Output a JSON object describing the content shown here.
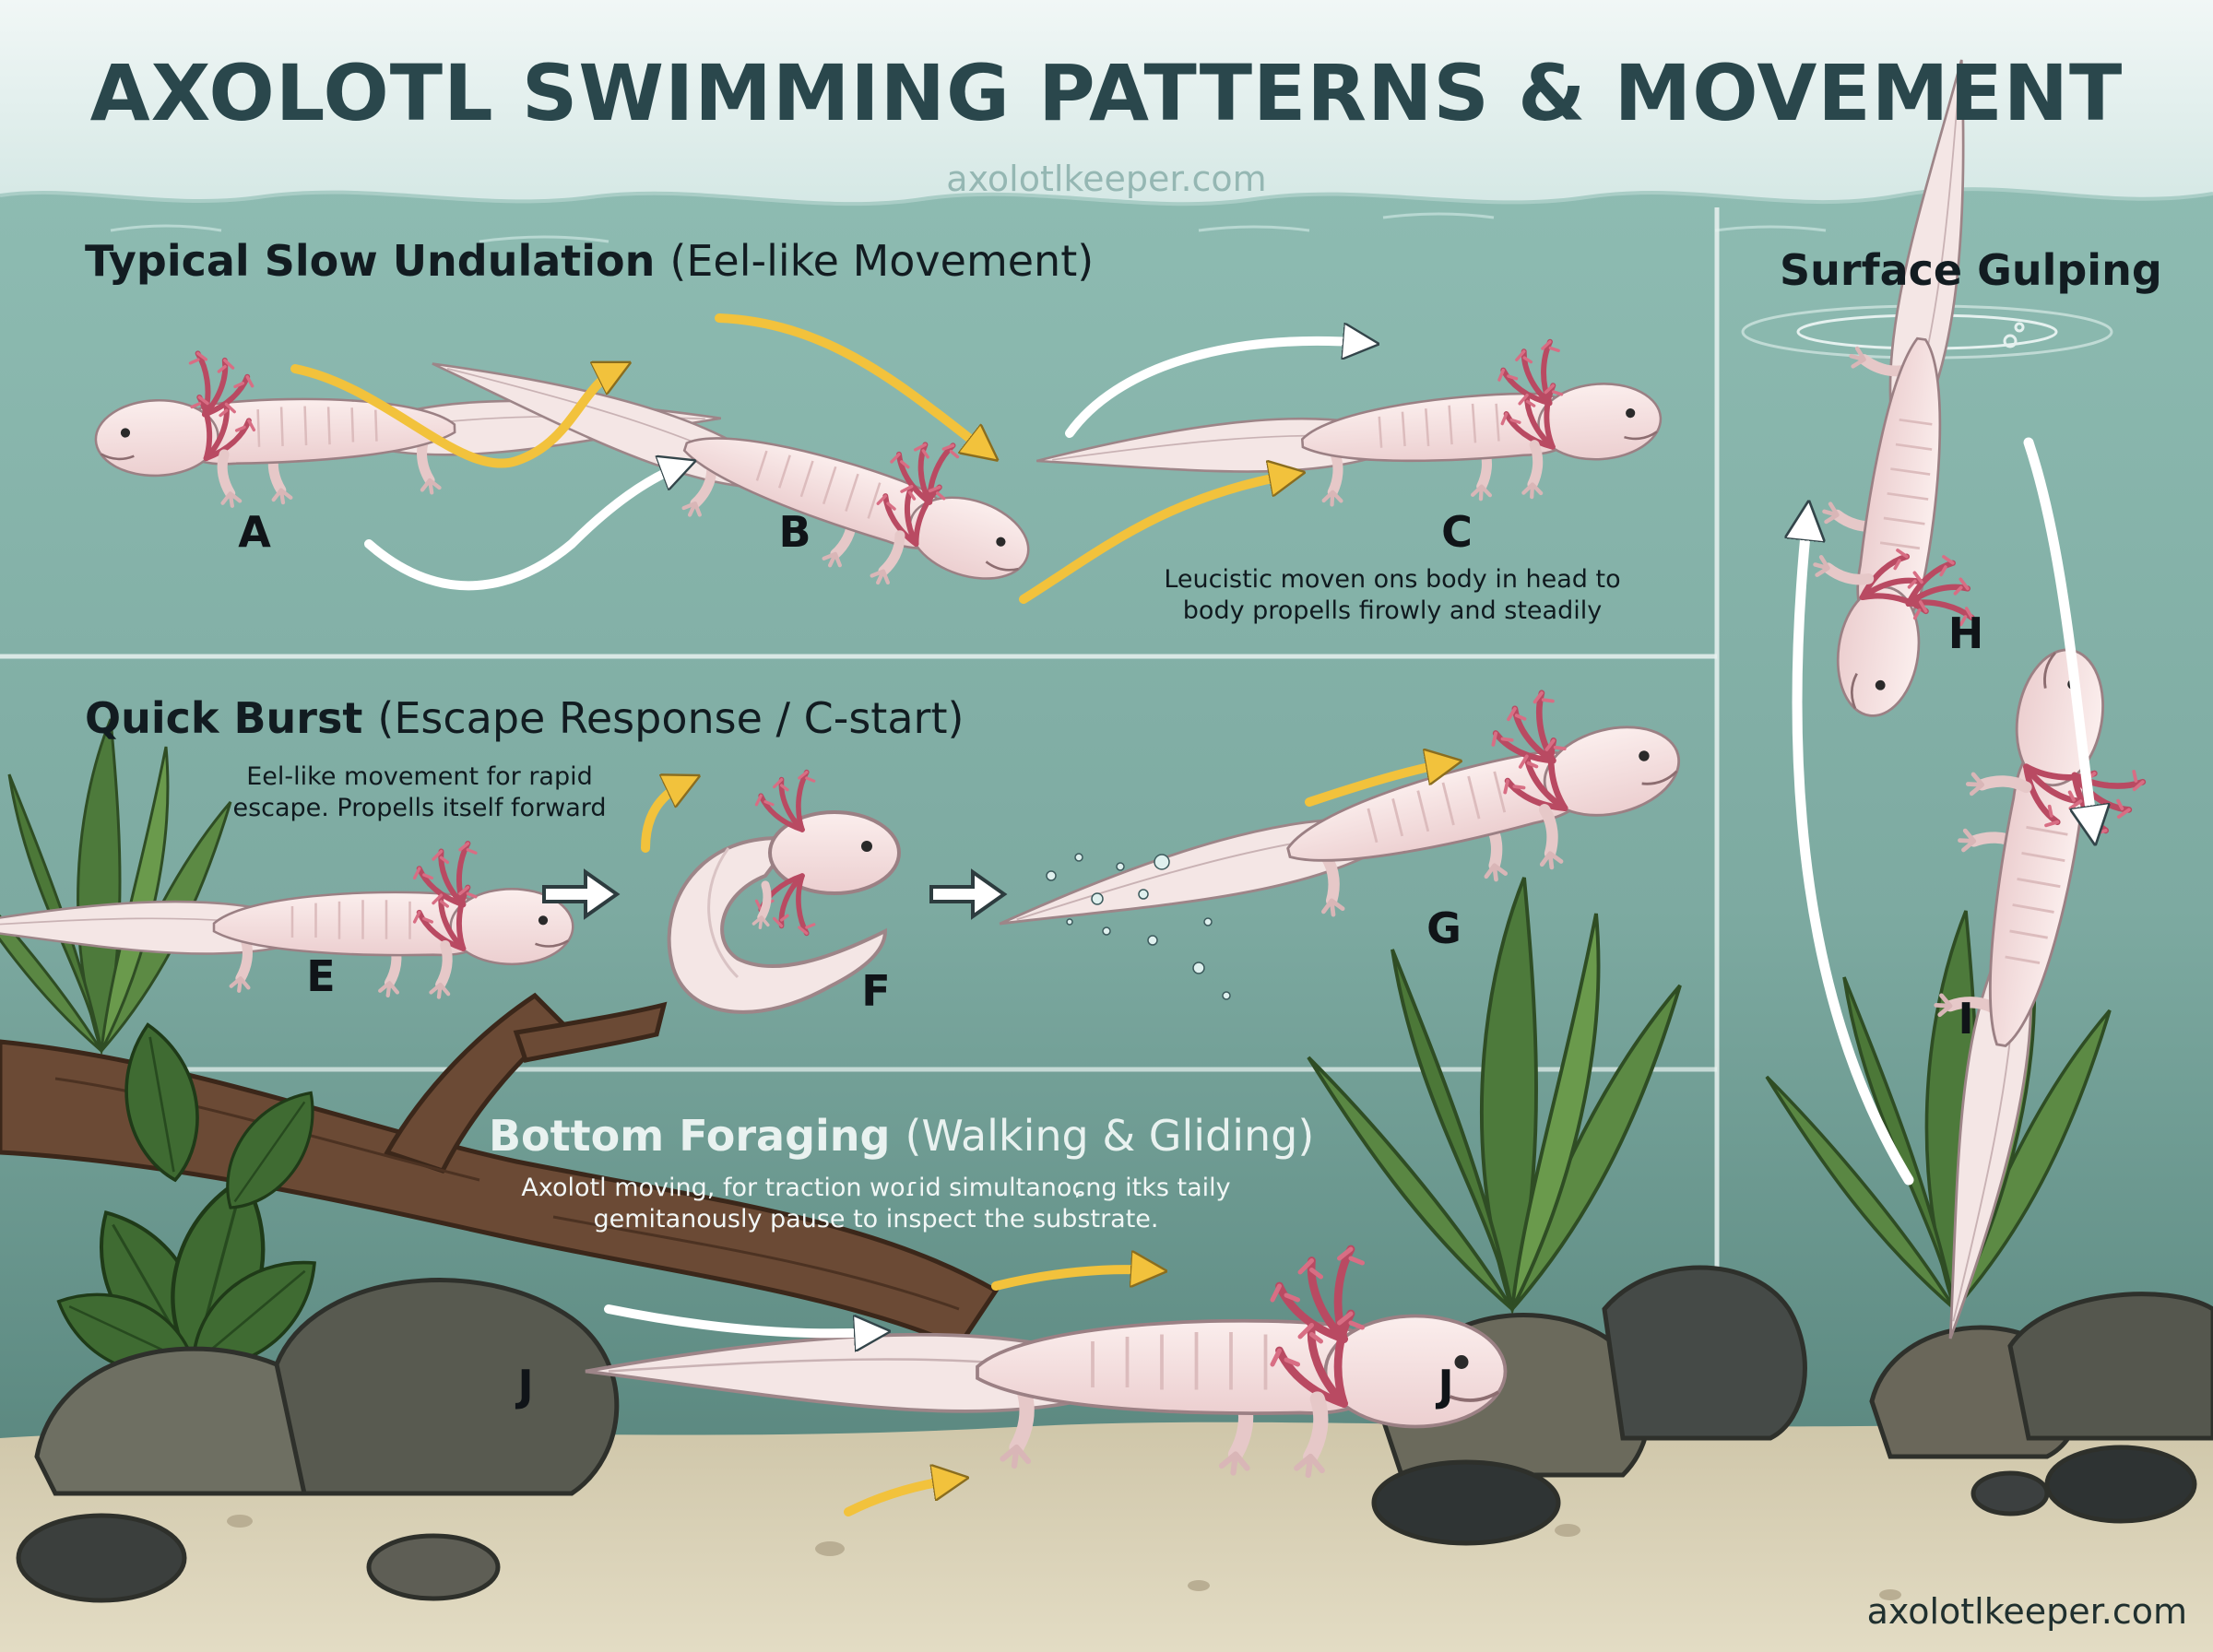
{
  "header": {
    "title": "AXOLOTL SWIMMING PATTERNS & MOVEMENT",
    "watermark_top": "axolotlkeeper.com",
    "watermark_bottom": "axolotlkeeper.com"
  },
  "sections": {
    "slow": {
      "title": "Typical Slow Undulation",
      "subtitle": "(Eel-like Movement)",
      "note": "Leucistic moven ons body in head to body propells firowly and steadily",
      "labels": [
        "A",
        "B",
        "C"
      ]
    },
    "burst": {
      "title": "Quick Burst",
      "subtitle": "(Escape Response / C-start)",
      "note": "Eel-like movement for rapid escape. Propells itself forward",
      "labels": [
        "E",
        "F",
        "G"
      ]
    },
    "bottom": {
      "title": "Bottom Foraging",
      "subtitle": "(Walking & Gliding)",
      "note": "Axolotl moving, for traction woɾid simultanoɕng itks taily gemitanously pause to inspect the substrate.",
      "labels": [
        "J",
        "J"
      ]
    },
    "surface": {
      "title": "Surface Gulping",
      "labels": [
        "H",
        "I"
      ]
    }
  },
  "colors": {
    "sky": "#e3f0ee",
    "water_top": "#8fbdb2",
    "water_bottom": "#5e8d84",
    "sand": "#d8cfb5",
    "axolotl_body": "#f6e3e2",
    "axolotl_gills": "#c8576e",
    "arrow_yellow": "#f2c23c",
    "arrow_white": "#ffffff",
    "plant_green": "#4f7a3a",
    "rock": "#54574f",
    "wood": "#6b4a35"
  }
}
